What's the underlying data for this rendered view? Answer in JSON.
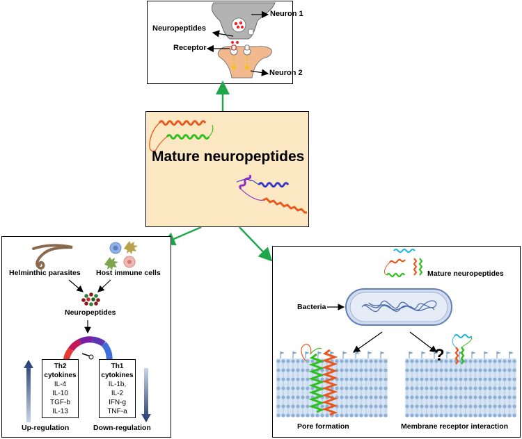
{
  "synapse": {
    "neuron1": "Neuron 1",
    "neuron2": "Neuron 2",
    "neuropeptides": "Neuropeptides",
    "receptor": "Receptor"
  },
  "center": {
    "title": "Mature neuropeptides"
  },
  "immune": {
    "parasites": "Helminthic parasites",
    "host_cells": "Host immune cells",
    "neuropeptides": "Neuropeptides",
    "th2_title1": "Th2",
    "th2_title2": "cytokines",
    "th2_items": [
      "IL-4",
      "IL-10",
      "TGF-b",
      "IL-13"
    ],
    "th1_title1": "Th1",
    "th1_title2": "cytokines",
    "th1_items": [
      "IL-1b,",
      "IL-2",
      "IFN-g",
      "TNF-a"
    ],
    "up": "Up-regulation",
    "down": "Down-regulation"
  },
  "bacteria": {
    "mature": "Mature neuropeptides",
    "bacteria": "Bacteria",
    "question": "?",
    "pore": "Pore formation",
    "membrane": "Membrane receptor interaction"
  },
  "colors": {
    "arrow_green": "#1fa64a",
    "box_fill": "#fce9c4",
    "neuron1": "#b3b3b3",
    "neuron2": "#f2b98e",
    "helix_orange": "#e8571e",
    "helix_green": "#2fbf1f",
    "helix_blue": "#3838c8",
    "helix_purple": "#8e2cc9",
    "helix_cyan": "#29b8d8",
    "membrane": "#bcd6ee"
  }
}
